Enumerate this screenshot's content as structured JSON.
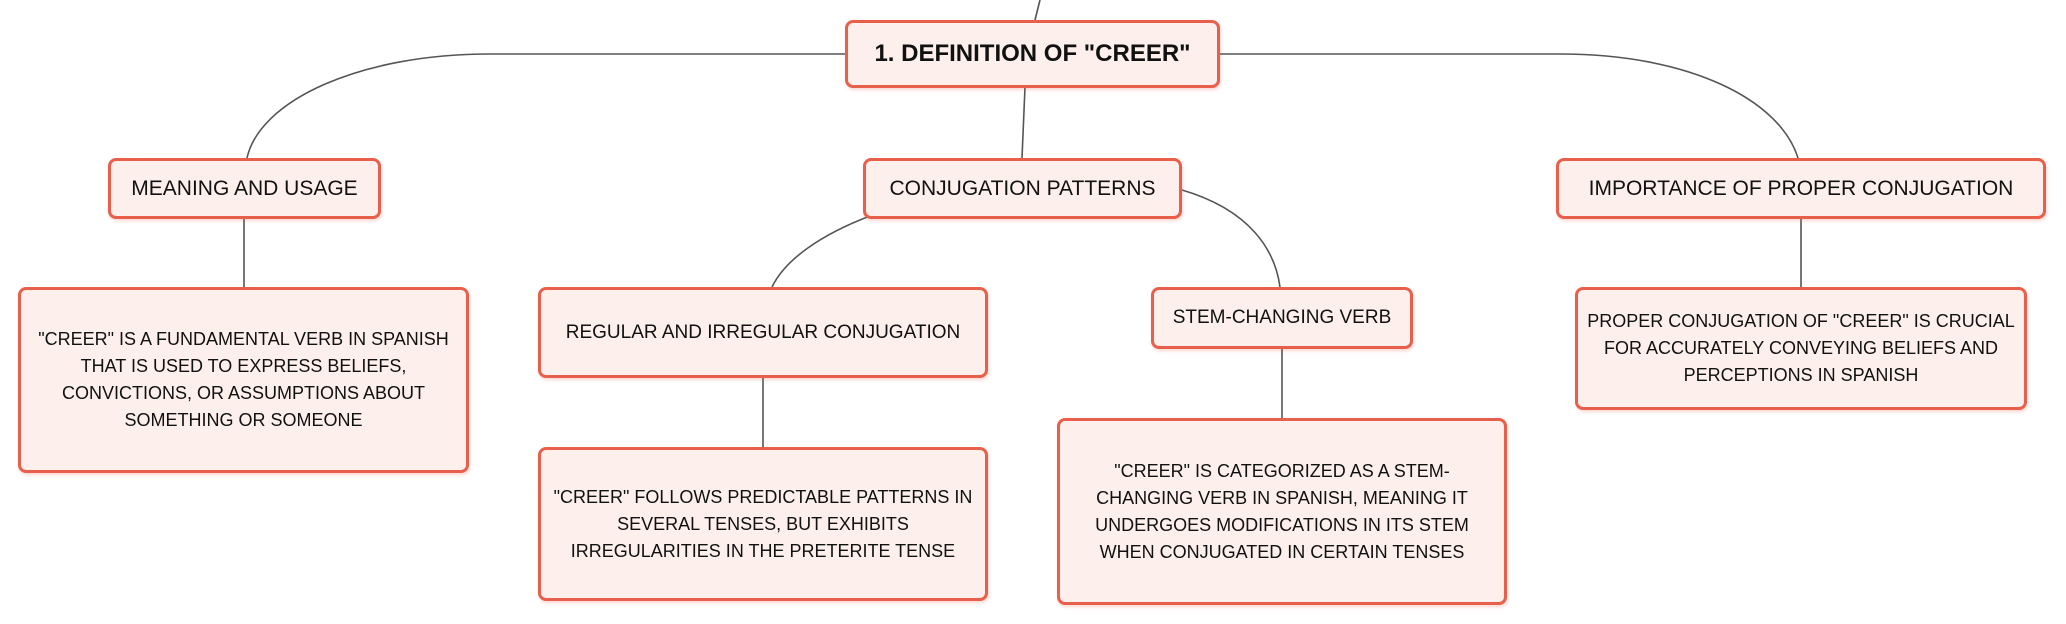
{
  "diagram": {
    "root": {
      "label": "1. DEFINITION OF \"CREER\""
    },
    "topics": {
      "meaning": {
        "label": "MEANING AND USAGE",
        "detail": "\"CREER\" IS A FUNDAMENTAL VERB IN SPANISH THAT IS USED TO EXPRESS BELIEFS, CONVICTIONS, OR ASSUMPTIONS ABOUT SOMETHING OR SOMEONE"
      },
      "conjugation": {
        "label": "CONJUGATION PATTERNS",
        "children": {
          "regular": {
            "label": "REGULAR AND IRREGULAR CONJUGATION",
            "detail": "\"CREER\" FOLLOWS PREDICTABLE PATTERNS IN SEVERAL TENSES, BUT EXHIBITS IRREGULARITIES IN THE PRETERITE TENSE"
          },
          "stem": {
            "label": "STEM-CHANGING VERB",
            "detail": "\"CREER\" IS CATEGORIZED AS A STEM-CHANGING VERB IN SPANISH, MEANING IT UNDERGOES MODIFICATIONS IN ITS STEM WHEN CONJUGATED IN CERTAIN TENSES"
          }
        }
      },
      "importance": {
        "label": "IMPORTANCE OF PROPER CONJUGATION",
        "detail": "PROPER CONJUGATION OF \"CREER\" IS CRUCIAL FOR ACCURATELY CONVEYING BELIEFS AND PERCEPTIONS IN SPANISH"
      }
    }
  },
  "colors": {
    "node_border": "#e8604c",
    "node_fill": "#fdefeb",
    "connector": "#555555"
  }
}
